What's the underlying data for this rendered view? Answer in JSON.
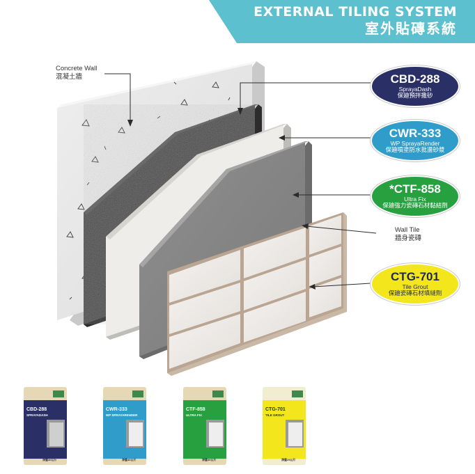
{
  "banner": {
    "title_en": "EXTERNAL TILING SYSTEM",
    "title_zh": "室外貼磚系統",
    "color": "#5dc0cf"
  },
  "layers": {
    "concrete_wall": {
      "label_en": "Concrete Wall",
      "label_zh": "混凝土牆"
    },
    "wall_tile": {
      "label_en": "Wall Tile",
      "label_zh": "牆身瓷磚"
    }
  },
  "products": [
    {
      "code": "CBD-288",
      "name_en": "SprayaDash",
      "name_zh": "保廸預拌撒砂",
      "color": "#2a2f66",
      "text_color": "#ffffff"
    },
    {
      "code": "CWR-333",
      "name_en": "WP SprayaRender",
      "name_zh": "保廸噴塗防水批盪砂漿",
      "color": "#2f9cc9",
      "text_color": "#ffffff"
    },
    {
      "code": "*CTF-858",
      "name_en": "Ultra Fix",
      "name_zh": "保廸強力瓷磚石材黏結劑",
      "color": "#27a040",
      "text_color": "#ffffff"
    },
    {
      "code": "CTG-701",
      "name_en": "Tile Grout",
      "name_zh": "保廸瓷磚石材填縫劑",
      "color": "#f4e61c",
      "text_color": "#1e2a55"
    }
  ],
  "bags": [
    {
      "label": "CBD-288",
      "sub": "SPRAYADASH",
      "color": "#2a2f66",
      "weight": "淨重40公斤"
    },
    {
      "label": "CWR-333",
      "sub": "WP SPRAYARENDER",
      "color": "#2f9cc9",
      "weight": "淨重40公斤"
    },
    {
      "label": "CTF-858",
      "sub": "ULTRA FIX",
      "color": "#27a040",
      "weight": "淨重40公斤"
    },
    {
      "label": "CTG-701",
      "sub": "TILE GROUT",
      "color": "#f4e61c",
      "weight": "淨重25公斤"
    }
  ]
}
